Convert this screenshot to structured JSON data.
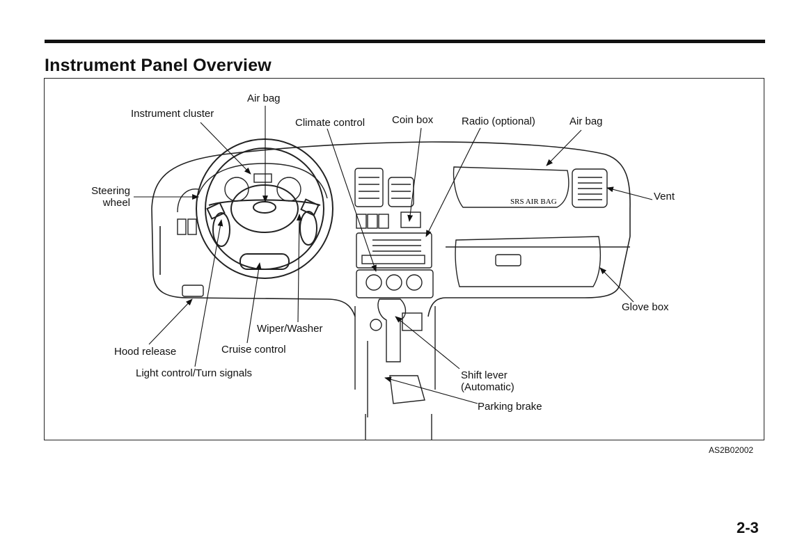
{
  "page": {
    "title": "Instrument Panel Overview",
    "figure_code": "AS2B02002",
    "page_number": "2-3"
  },
  "labels": {
    "air_bag_top": "Air bag",
    "instrument_cluster": "Instrument cluster",
    "climate_control": "Climate control",
    "coin_box": "Coin box",
    "radio": "Radio (optional)",
    "air_bag_right": "Air bag",
    "steering_wheel_line1": "Steering",
    "steering_wheel_line2": "wheel",
    "vent": "Vent",
    "glove_box": "Glove box",
    "wiper_washer": "Wiper/Washer",
    "hood_release": "Hood release",
    "cruise_control": "Cruise control",
    "light_control": "Light control/Turn signals",
    "shift_lever_line1": "Shift lever",
    "shift_lever_line2": "(Automatic)",
    "parking_brake": "Parking brake",
    "srs_air_bag": "SRS AIR BAG"
  }
}
